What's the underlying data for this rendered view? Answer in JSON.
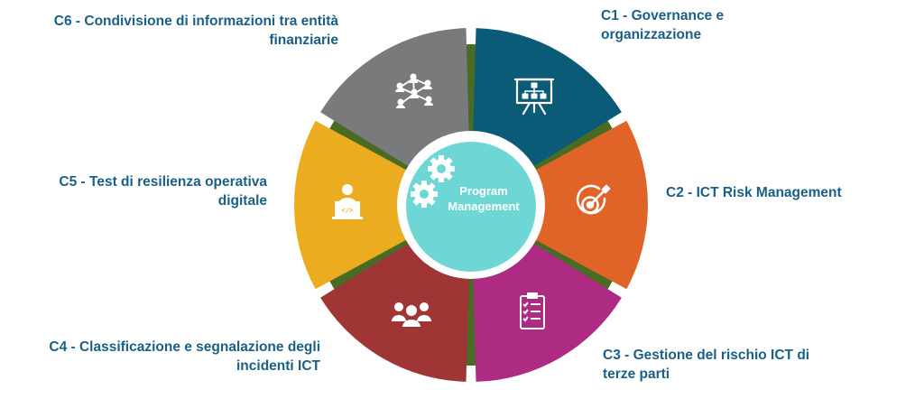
{
  "center": {
    "title_line1": "Program",
    "title_line2": "Management"
  },
  "colors": {
    "ring_green": "#4a6b23",
    "center_fill": "#6ed6d4",
    "label_text": "#1a5f86",
    "c1": "#0b5a78",
    "c2": "#e06427",
    "c3": "#ad2b83",
    "c4": "#a03536",
    "c5": "#ecac20",
    "c6": "#787a7c"
  },
  "segments": [
    {
      "id": "c1",
      "label_lines": [
        "C1 - Governance e",
        "organizzazione"
      ],
      "icon": "presentation-board-icon"
    },
    {
      "id": "c2",
      "label_lines": [
        "C2 - ICT Risk Management"
      ],
      "icon": "target-icon"
    },
    {
      "id": "c3",
      "label_lines": [
        "C3 - Gestione del rischio ICT di",
        "terze parti"
      ],
      "icon": "checklist-icon"
    },
    {
      "id": "c4",
      "label_lines": [
        "C4 - Classificazione e segnalazione degli",
        "incidenti ICT"
      ],
      "icon": "people-group-icon"
    },
    {
      "id": "c5",
      "label_lines": [
        "C5 - Test di resilienza operativa",
        "digitale"
      ],
      "icon": "developer-laptop-icon"
    },
    {
      "id": "c6",
      "label_lines": [
        "C6 - Condivisione di informazioni tra entità",
        "finanziarie"
      ],
      "icon": "network-people-icon"
    }
  ]
}
